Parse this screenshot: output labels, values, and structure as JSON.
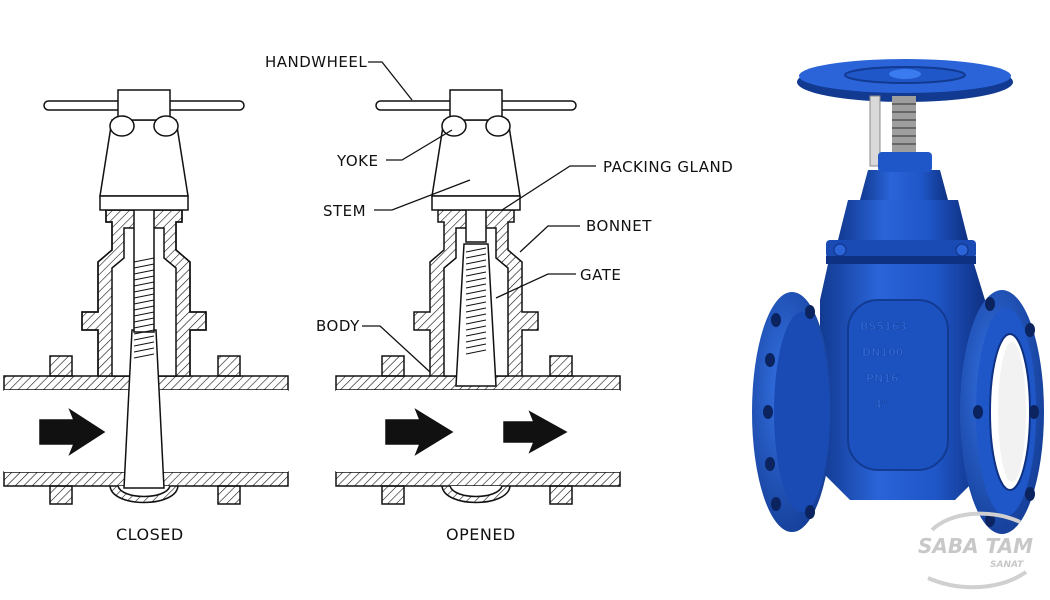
{
  "labels": {
    "handwheel": "HANDWHEEL",
    "yoke": "YOKE",
    "stem": "STEM",
    "packing_gland": "PACKING GLAND",
    "bonnet": "BONNET",
    "gate": "GATE",
    "body": "BODY"
  },
  "captions": {
    "closed": "CLOSED",
    "opened": "OPENED"
  },
  "valve_markings": [
    "BS5163",
    "DN100",
    "PN16",
    "4\""
  ],
  "watermark": {
    "main": "SABA TAM",
    "sub": "SANAT"
  },
  "colors": {
    "line": "#111111",
    "valve_blue": "#1f56c8",
    "valve_blue_dark": "#123a91",
    "watermark": "#c8c8c8"
  }
}
